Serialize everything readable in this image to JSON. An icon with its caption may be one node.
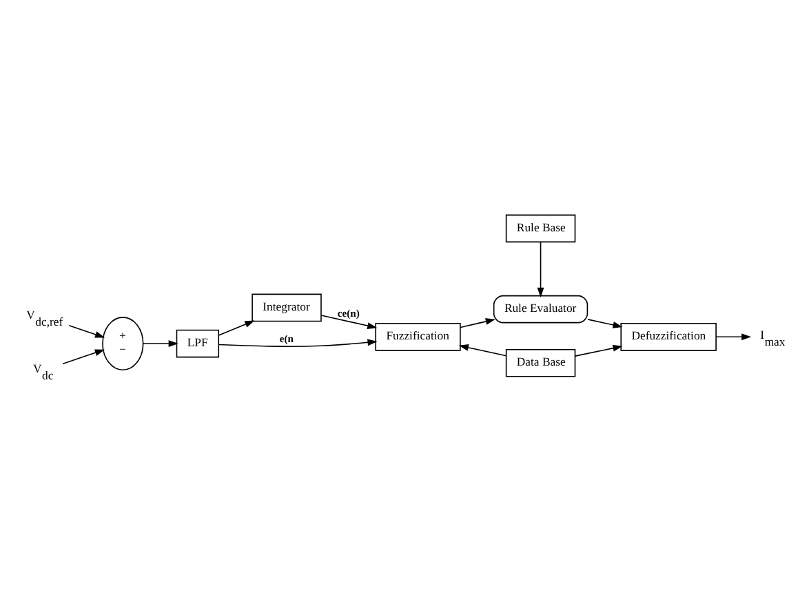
{
  "diagram": {
    "nodes": [
      {
        "text": [
          "V$_{dc,ref}$"
        ]
      },
      {
        "text": [
          "+",
          "−"
        ]
      },
      {
        "text": [
          "LPF"
        ]
      },
      {
        "text": [
          "V$_{dc}$"
        ]
      },
      {
        "text": [
          "Integrator"
        ]
      },
      {
        "text": [
          "Rule Base"
        ]
      },
      {
        "text": [
          "I$_{max}$"
        ]
      },
      {
        "text": [
          "Fuzzification"
        ]
      },
      {
        "text": [
          "Rule Evaluator"
        ]
      },
      {
        "text": [
          "Defuzzification"
        ]
      },
      {
        "text": [
          "Data Base"
        ]
      }
    ],
    "edges": [
      {
        "from": 0,
        "to": 1,
        "arrow": "to"
      },
      {
        "from": 3,
        "to": 1,
        "arrow": "to"
      },
      {
        "from": 1,
        "to": 2,
        "arrow": "to"
      },
      {
        "from": 2,
        "to": 4,
        "arrow": "to"
      },
      {
        "from": 2,
        "to": 7,
        "arrow": "to",
        "label": "e(n"
      },
      {
        "from": 4,
        "to": 7,
        "arrow": "to",
        "label": "ce(n)"
      },
      {
        "from": 5,
        "to": 8,
        "arrow": "to"
      },
      {
        "from": 7,
        "to": 8,
        "arrow": "to"
      },
      {
        "from": 8,
        "to": 9,
        "arrow": "to"
      },
      {
        "from": 9,
        "to": 6,
        "arrow": "to"
      },
      {
        "from": 10,
        "to": 7,
        "arrow": "to"
      },
      {
        "from": 10,
        "to": 9,
        "arrow": "to"
      }
    ]
  }
}
